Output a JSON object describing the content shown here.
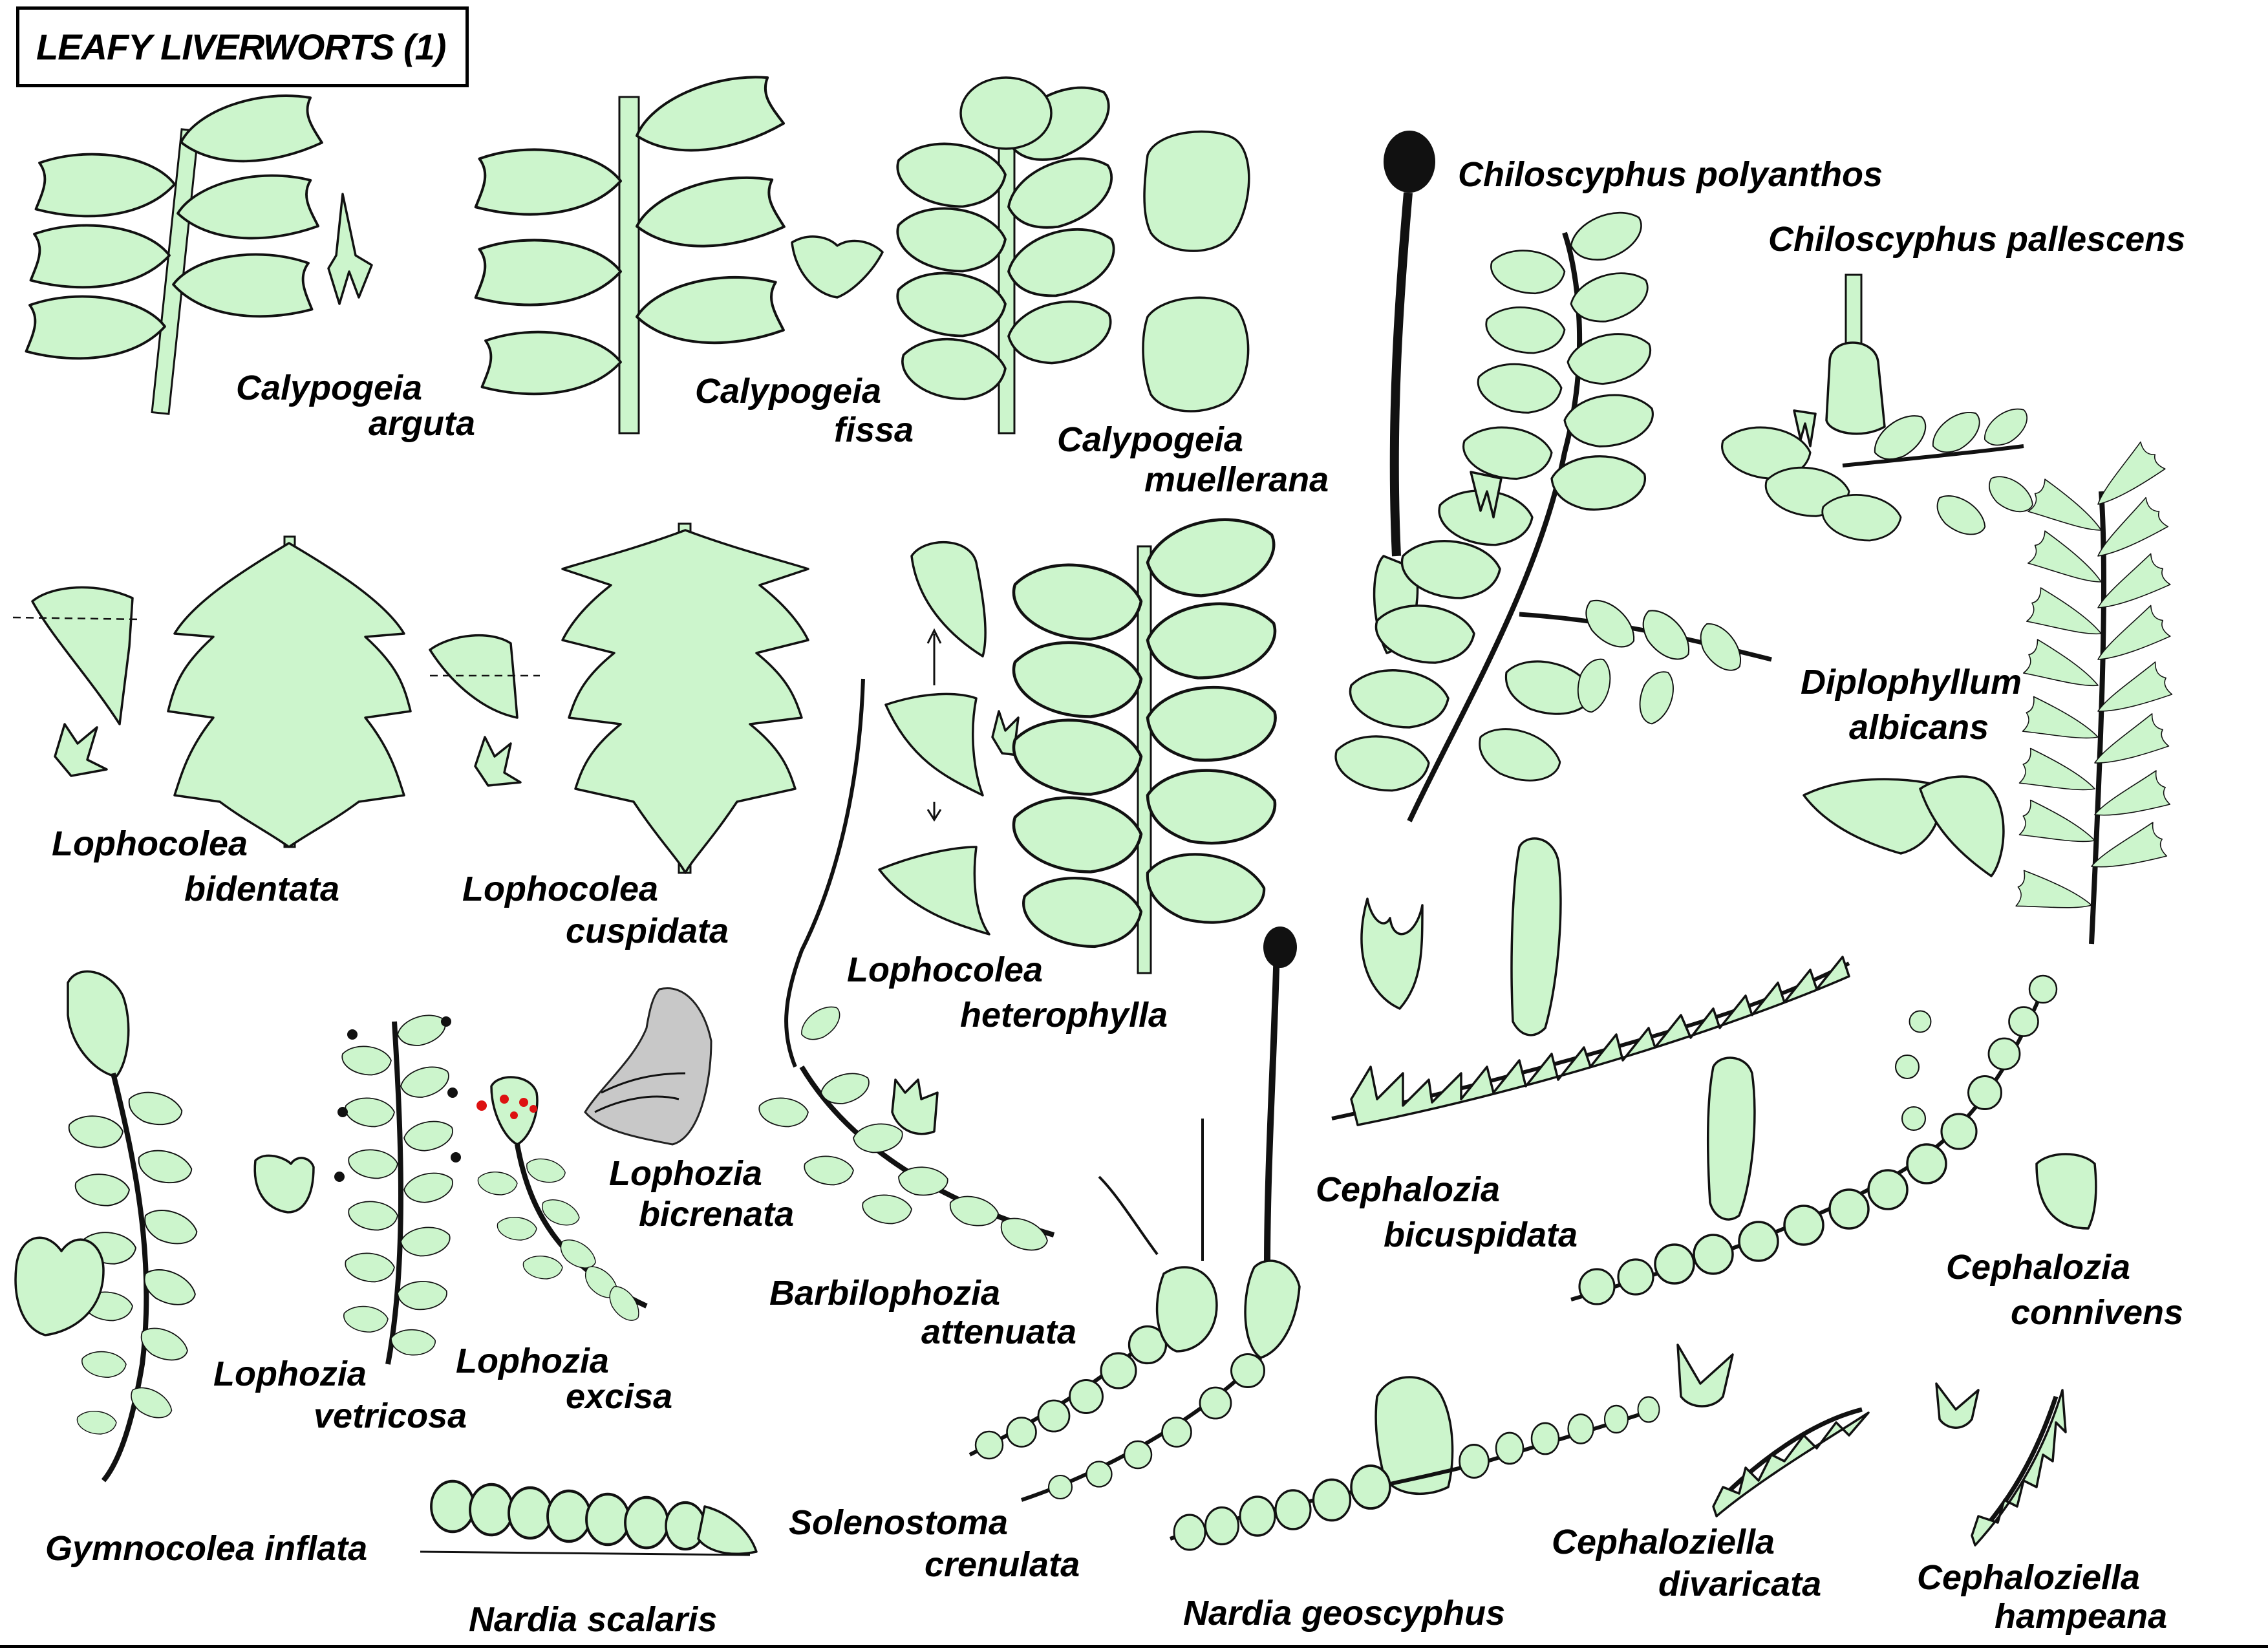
{
  "title": "LEAFY LIVERWORTS (1)",
  "species": {
    "calypogeia_arguta": [
      "Calypogeia",
      "arguta"
    ],
    "calypogeia_fissa": [
      "Calypogeia",
      "fissa"
    ],
    "calypogeia_muellerana": [
      "Calypogeia",
      "muellerana"
    ],
    "chiloscyphus_polyanthos": "Chiloscyphus polyanthos",
    "chiloscyphus_pallescens": "Chiloscyphus pallescens",
    "lophocolea_bidentata": [
      "Lophocolea",
      "bidentata"
    ],
    "lophocolea_cuspidata": [
      "Lophocolea",
      "cuspidata"
    ],
    "lophocolea_heterophylla": [
      "Lophocolea",
      "heterophylla"
    ],
    "diplophyllum_albicans": [
      "Diplophyllum",
      "albicans"
    ],
    "lophozia_bicrenata": [
      "Lophozia",
      "bicrenata"
    ],
    "cephalozia_bicuspidata": [
      "Cephalozia",
      "bicuspidata"
    ],
    "barbilophozia_attenuata": [
      "Barbilophozia",
      "attenuata"
    ],
    "cephalozia_connivens": [
      "Cephalozia",
      "connivens"
    ],
    "lophozia_vetricosa": [
      "Lophozia",
      "vetricosa"
    ],
    "lophozia_excisa": [
      "Lophozia",
      "excisa"
    ],
    "gymnocolea_inflata": "Gymnocolea inflata",
    "solenostoma_crenulata": [
      "Solenostoma",
      "crenulata"
    ],
    "cephaloziella_divaricata": [
      "Cephaloziella",
      "divaricata"
    ],
    "cephaloziella_hampeana": [
      "Cephaloziella",
      "hampeana"
    ],
    "nardia_scalaris": "Nardia scalaris",
    "nardia_geoscyphus": "Nardia geoscyphus"
  },
  "colors": {
    "leaf_fill": "#ccf5cc",
    "outline": "#111111",
    "gemma_dot": "#dd1111"
  }
}
